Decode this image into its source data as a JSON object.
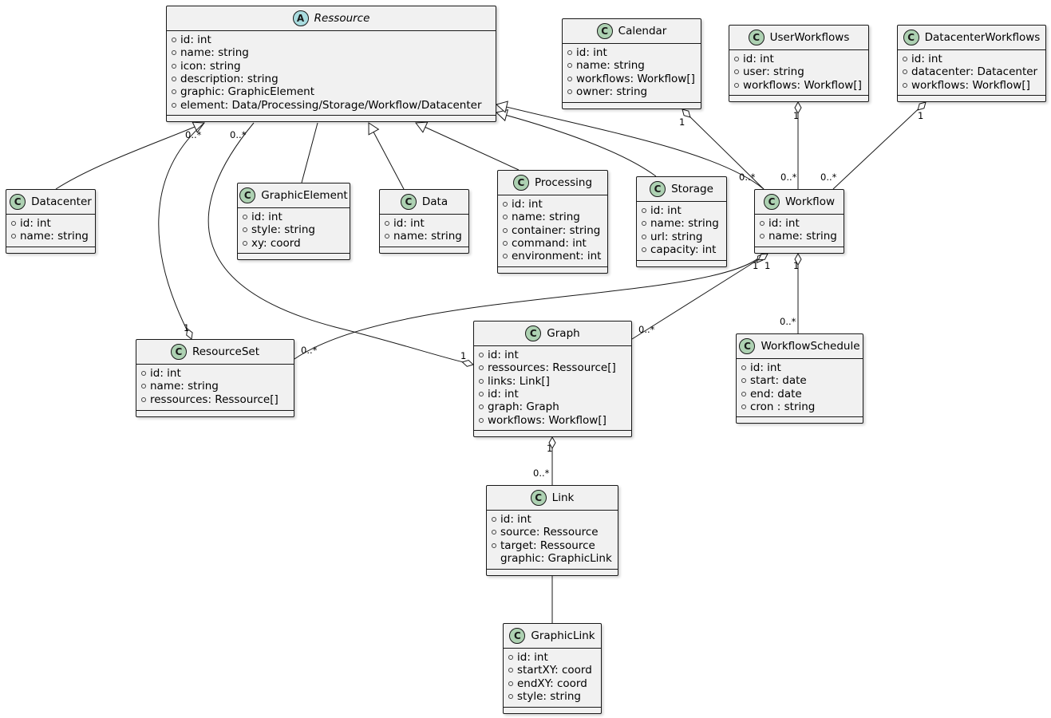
{
  "classes": {
    "ressource": {
      "name": "Ressource",
      "stereotype": "A",
      "abstract": true,
      "attributes": [
        "id: int",
        "name: string",
        "icon: string",
        "description: string",
        "graphic: GraphicElement",
        "element: Data/Processing/Storage/Workflow/Datacenter"
      ]
    },
    "calendar": {
      "name": "Calendar",
      "stereotype": "C",
      "attributes": [
        "id: int",
        "name: string",
        "workflows: Workflow[]",
        "owner: string"
      ]
    },
    "userworkflows": {
      "name": "UserWorkflows",
      "stereotype": "C",
      "attributes": [
        "id: int",
        "user: string",
        "workflows: Workflow[]"
      ]
    },
    "datacenterworkflows": {
      "name": "DatacenterWorkflows",
      "stereotype": "C",
      "attributes": [
        "id: int",
        "datacenter: Datacenter",
        "workflows: Workflow[]"
      ]
    },
    "datacenter": {
      "name": "Datacenter",
      "stereotype": "C",
      "attributes": [
        "id: int",
        "name: string"
      ]
    },
    "graphicelement": {
      "name": "GraphicElement",
      "stereotype": "C",
      "attributes": [
        "id: int",
        "style: string",
        "xy: coord"
      ]
    },
    "data": {
      "name": "Data",
      "stereotype": "C",
      "attributes": [
        "id: int",
        "name: string"
      ]
    },
    "processing": {
      "name": "Processing",
      "stereotype": "C",
      "attributes": [
        "id: int",
        "name: string",
        "container: string",
        "command: int",
        "environment: int"
      ]
    },
    "storage": {
      "name": "Storage",
      "stereotype": "C",
      "attributes": [
        "id: int",
        "name: string",
        "url: string",
        "capacity: int"
      ]
    },
    "workflow": {
      "name": "Workflow",
      "stereotype": "C",
      "attributes": [
        "id: int",
        "name: string"
      ]
    },
    "resourceset": {
      "name": "ResourceSet",
      "stereotype": "C",
      "attributes": [
        "id: int",
        "name: string",
        "ressources: Ressource[]"
      ]
    },
    "graph": {
      "name": "Graph",
      "stereotype": "C",
      "attributes": [
        "id: int",
        "ressources: Ressource[]",
        "links: Link[]",
        "id: int",
        "graph: Graph",
        "workflows: Workflow[]"
      ]
    },
    "workflowschedule": {
      "name": "WorkflowSchedule",
      "stereotype": "C",
      "attributes": [
        "id: int",
        "start: date",
        "end: date",
        "cron : string"
      ]
    },
    "link": {
      "name": "Link",
      "stereotype": "C",
      "attributes": [
        "id: int",
        "source: Ressource",
        "target: Ressource",
        "graphic: GraphicLink"
      ],
      "no_visibility": [
        3
      ]
    },
    "graphiclink": {
      "name": "GraphicLink",
      "stereotype": "C",
      "attributes": [
        "id: int",
        "startXY: coord",
        "endXY: coord",
        "style: string"
      ]
    }
  },
  "multiplicities": {
    "ressource_datacenter": "0..*",
    "ressource_resourceset": "0..*",
    "resourceset_ressource": "1",
    "graph_ressource": "1",
    "calendar_workflow": "1",
    "workflow_calendar": "0..*",
    "userworkflows_workflow": "1",
    "workflow_userworkflows": "0..*",
    "dcworkflows_workflow": "1",
    "workflow_dcworkflows": "0..*",
    "workflow_resourceset": "1",
    "workflow_graph": "1",
    "resourceset_workflow": "0..*",
    "graph_workflow": "0..*",
    "workflow_schedule": "1",
    "schedule_workflow": "0..*",
    "graph_link": "1",
    "link_graph": "0..*"
  },
  "colors": {
    "class_fill": "#f1f1f1",
    "class_badge": "#add1b2",
    "abstract_badge": "#a9dcdf",
    "stroke": "#181818"
  }
}
